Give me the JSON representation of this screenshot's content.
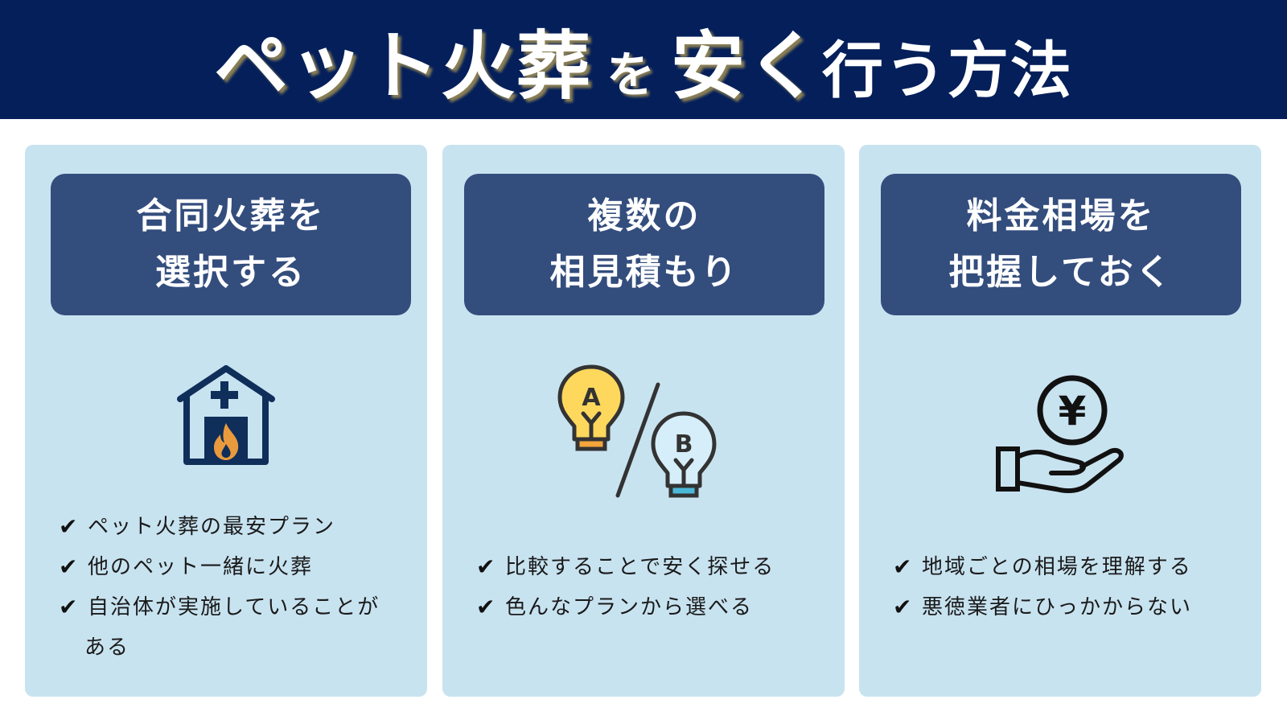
{
  "header": {
    "title_parts": [
      "ペット火葬",
      "を",
      "安く",
      "行う方法"
    ],
    "background": "#041f5a"
  },
  "colors": {
    "card_bg": "#c8e3f0",
    "card_head_bg": "#334d7d",
    "icon_navy": "#0f2e5a",
    "flame_orange": "#e89a3c",
    "bulb_yellow": "#fdd85d",
    "bulb_blue": "#d6eef9"
  },
  "cards": [
    {
      "heading_lines": [
        "合同火葬を",
        "選択する"
      ],
      "icon": "crematorium-house-icon",
      "bullets": [
        "ペット火葬の最安プラン",
        "他のペット一緒に火葬",
        "自治体が実施していることが"
      ],
      "bullet_continuation": "ある"
    },
    {
      "heading_lines": [
        "複数の",
        "相見積もり"
      ],
      "icon": "ab-lightbulbs-compare-icon",
      "icon_letters": [
        "A",
        "B"
      ],
      "bullets": [
        "比較することで安く探せる",
        "色んなプランから選べる"
      ]
    },
    {
      "heading_lines": [
        "料金相場を",
        "把握しておく"
      ],
      "icon": "yen-coin-hand-icon",
      "icon_symbol": "¥",
      "bullets": [
        "地域ごとの相場を理解する",
        "悪徳業者にひっかからない"
      ]
    }
  ],
  "check_symbol": "✔"
}
